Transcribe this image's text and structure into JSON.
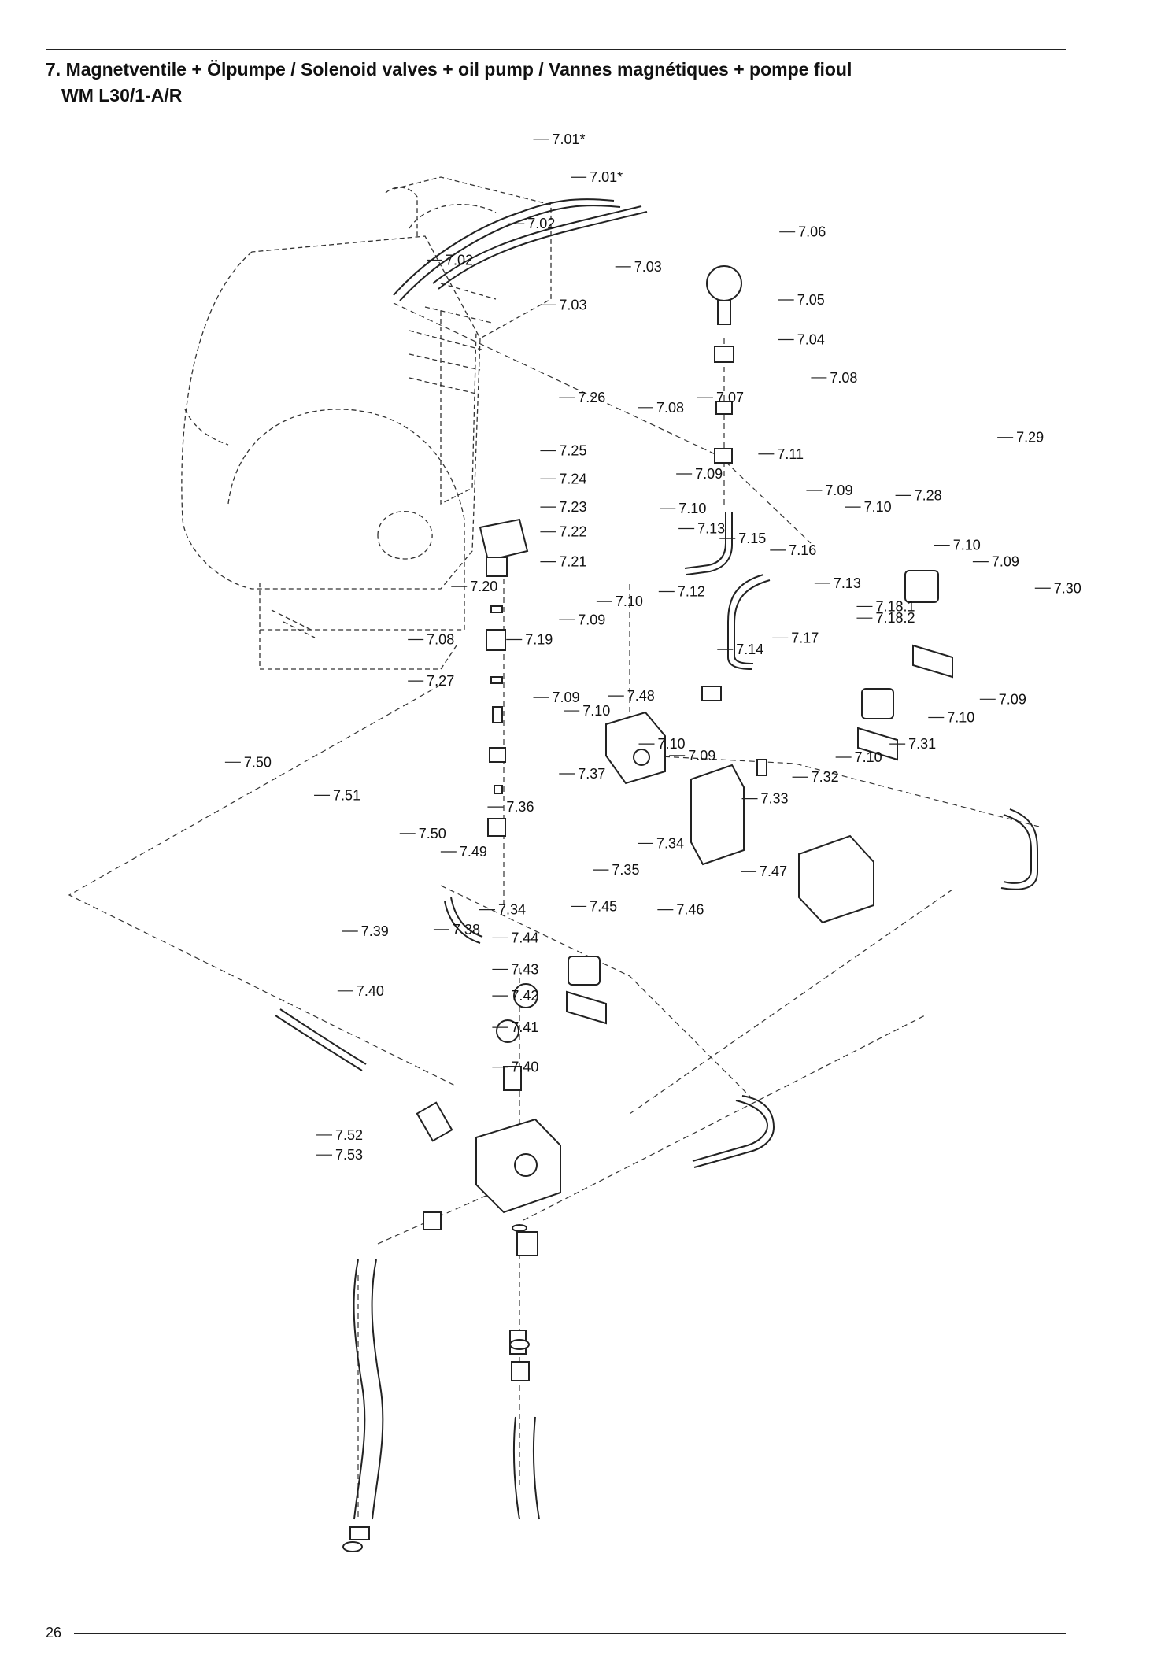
{
  "heading": {
    "line1": "7. Magnetventile + Ölpumpe / Solenoid valves + oil pump / Vannes magnétiques + pompe fioul",
    "line2": "WM L30/1-A/R"
  },
  "page_number": "26",
  "callouts": [
    {
      "id": "7.01*",
      "ax": 0.455,
      "ay": 0.084
    },
    {
      "id": "7.01*",
      "ax": 0.487,
      "ay": 0.107
    },
    {
      "id": "7.02",
      "ax": 0.434,
      "ay": 0.135
    },
    {
      "id": "7.02",
      "ax": 0.364,
      "ay": 0.157
    },
    {
      "id": "7.03",
      "ax": 0.525,
      "ay": 0.161
    },
    {
      "id": "7.03",
      "ax": 0.461,
      "ay": 0.184
    },
    {
      "id": "7.06",
      "ax": 0.665,
      "ay": 0.14
    },
    {
      "id": "7.05",
      "ax": 0.664,
      "ay": 0.181
    },
    {
      "id": "7.04",
      "ax": 0.664,
      "ay": 0.205
    },
    {
      "id": "7.08",
      "ax": 0.692,
      "ay": 0.228
    },
    {
      "id": "7.07",
      "ax": 0.595,
      "ay": 0.24
    },
    {
      "id": "7.08",
      "ax": 0.544,
      "ay": 0.246
    },
    {
      "id": "7.26",
      "ax": 0.477,
      "ay": 0.24
    },
    {
      "id": "7.29",
      "ax": 0.851,
      "ay": 0.264
    },
    {
      "id": "7.11",
      "ax": 0.647,
      "ay": 0.274
    },
    {
      "id": "7.25",
      "ax": 0.461,
      "ay": 0.272
    },
    {
      "id": "7.09",
      "ax": 0.577,
      "ay": 0.286
    },
    {
      "id": "7.24",
      "ax": 0.461,
      "ay": 0.289
    },
    {
      "id": "7.09",
      "ax": 0.688,
      "ay": 0.296
    },
    {
      "id": "7.28",
      "ax": 0.764,
      "ay": 0.299
    },
    {
      "id": "7.10",
      "ax": 0.721,
      "ay": 0.306
    },
    {
      "id": "7.10",
      "ax": 0.563,
      "ay": 0.307
    },
    {
      "id": "7.23",
      "ax": 0.461,
      "ay": 0.306
    },
    {
      "id": "7.13",
      "ax": 0.579,
      "ay": 0.319
    },
    {
      "id": "7.22",
      "ax": 0.461,
      "ay": 0.321
    },
    {
      "id": "7.15",
      "ax": 0.614,
      "ay": 0.325
    },
    {
      "id": "7.10",
      "ax": 0.797,
      "ay": 0.329
    },
    {
      "id": "7.16",
      "ax": 0.657,
      "ay": 0.332
    },
    {
      "id": "7.21",
      "ax": 0.461,
      "ay": 0.339
    },
    {
      "id": "7.09",
      "ax": 0.83,
      "ay": 0.339
    },
    {
      "id": "7.20",
      "ax": 0.385,
      "ay": 0.354
    },
    {
      "id": "7.12",
      "ax": 0.562,
      "ay": 0.357
    },
    {
      "id": "7.13",
      "ax": 0.695,
      "ay": 0.352
    },
    {
      "id": "7.30",
      "ax": 0.883,
      "ay": 0.355
    },
    {
      "id": "7.10",
      "ax": 0.509,
      "ay": 0.363
    },
    {
      "id": "7.18.1",
      "ax": 0.731,
      "ay": 0.366
    },
    {
      "id": "7.18.2",
      "ax": 0.731,
      "ay": 0.373
    },
    {
      "id": "7.09",
      "ax": 0.477,
      "ay": 0.374
    },
    {
      "id": "7.08",
      "ax": 0.348,
      "ay": 0.386
    },
    {
      "id": "7.19",
      "ax": 0.432,
      "ay": 0.386
    },
    {
      "id": "7.17",
      "ax": 0.659,
      "ay": 0.385
    },
    {
      "id": "7.14",
      "ax": 0.612,
      "ay": 0.392
    },
    {
      "id": "7.27",
      "ax": 0.348,
      "ay": 0.411
    },
    {
      "id": "7.48",
      "ax": 0.519,
      "ay": 0.42
    },
    {
      "id": "7.09",
      "ax": 0.455,
      "ay": 0.421
    },
    {
      "id": "7.09",
      "ax": 0.836,
      "ay": 0.422
    },
    {
      "id": "7.10",
      "ax": 0.481,
      "ay": 0.429
    },
    {
      "id": "7.10",
      "ax": 0.792,
      "ay": 0.433
    },
    {
      "id": "7.31",
      "ax": 0.759,
      "ay": 0.449
    },
    {
      "id": "7.10",
      "ax": 0.545,
      "ay": 0.449
    },
    {
      "id": "7.50",
      "ax": 0.192,
      "ay": 0.46
    },
    {
      "id": "7.09",
      "ax": 0.571,
      "ay": 0.456
    },
    {
      "id": "7.10",
      "ax": 0.713,
      "ay": 0.457
    },
    {
      "id": "7.37",
      "ax": 0.477,
      "ay": 0.467
    },
    {
      "id": "7.32",
      "ax": 0.676,
      "ay": 0.469
    },
    {
      "id": "7.51",
      "ax": 0.268,
      "ay": 0.48
    },
    {
      "id": "7.33",
      "ax": 0.633,
      "ay": 0.482
    },
    {
      "id": "7.36",
      "ax": 0.416,
      "ay": 0.487
    },
    {
      "id": "7.50",
      "ax": 0.341,
      "ay": 0.503
    },
    {
      "id": "7.34",
      "ax": 0.544,
      "ay": 0.509
    },
    {
      "id": "7.49",
      "ax": 0.376,
      "ay": 0.514
    },
    {
      "id": "7.35",
      "ax": 0.506,
      "ay": 0.525
    },
    {
      "id": "7.47",
      "ax": 0.632,
      "ay": 0.526
    },
    {
      "id": "7.34",
      "ax": 0.409,
      "ay": 0.549
    },
    {
      "id": "7.45",
      "ax": 0.487,
      "ay": 0.547
    },
    {
      "id": "7.46",
      "ax": 0.561,
      "ay": 0.549
    },
    {
      "id": "7.38",
      "ax": 0.37,
      "ay": 0.561
    },
    {
      "id": "7.39",
      "ax": 0.292,
      "ay": 0.562
    },
    {
      "id": "7.44",
      "ax": 0.42,
      "ay": 0.566
    },
    {
      "id": "7.43",
      "ax": 0.42,
      "ay": 0.585
    },
    {
      "id": "7.40",
      "ax": 0.288,
      "ay": 0.598
    },
    {
      "id": "7.42",
      "ax": 0.42,
      "ay": 0.601
    },
    {
      "id": "7.41",
      "ax": 0.42,
      "ay": 0.62
    },
    {
      "id": "7.40",
      "ax": 0.42,
      "ay": 0.644
    },
    {
      "id": "7.52",
      "ax": 0.27,
      "ay": 0.685
    },
    {
      "id": "7.53",
      "ax": 0.27,
      "ay": 0.697
    }
  ]
}
